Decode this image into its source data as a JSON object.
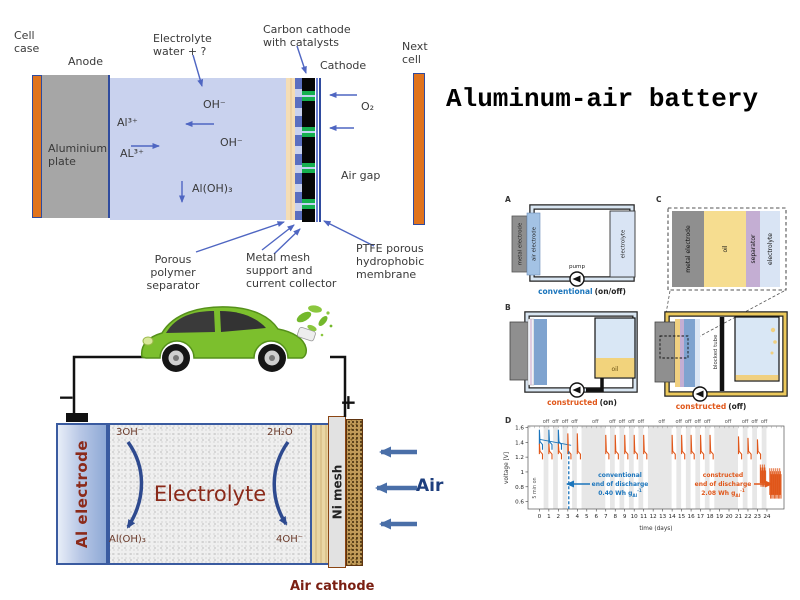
{
  "title": "Aluminum-air battery",
  "colors": {
    "cell_case_orange": "#e0731d",
    "plate_gray": "#a6a6a6",
    "electrolyte_blue": "#c9d2ee",
    "catalyst_green": "#16b050",
    "arrow_blue": "#4f66c2",
    "dark_red_text": "#8b2a1a",
    "conventional_blue": "#1b75bc",
    "constructed_orange": "#e0571a",
    "oil_yellow": "#f2d37c"
  },
  "cell": {
    "cell_case": "Cell case",
    "anode": "Anode",
    "electrolyte_label": "Electrolyte water + ?",
    "carbon": "Carbon cathode with catalysts",
    "cathode": "Cathode",
    "next_cell": "Next cell",
    "o2": "O₂",
    "air_gap": "Air gap",
    "oh_top": "OH⁻",
    "al3_top": "Al³⁺",
    "oh_mid": "OH⁻",
    "al3_bot": "AL³⁺",
    "aloh3": "Al(OH)₃",
    "plate": "Aluminium plate",
    "porous": "Porous polymer separator",
    "mesh": "Metal mesh support and current collector",
    "ptfe": "PTFE porous hydrophobic membrane"
  },
  "ev": {
    "minus": "−",
    "plus": "+",
    "al_electrode": "Al electrode",
    "electrolyte": "Electrolyte",
    "ni_mesh": "Ni mesh",
    "air_cathode": "Air cathode",
    "air": "Air",
    "oh3": "3OH⁻",
    "aloh3": "Al(OH)₃",
    "h2o": "2H₂O",
    "oh4": "4OH⁻"
  },
  "panels": {
    "a_id": "A",
    "b_id": "B",
    "c_id": "C",
    "d_id": "D",
    "metal_electrode": "metal electrode",
    "air_electrode": "air electrode",
    "electrolyte": "electrolyte",
    "pump": "pump",
    "oil": "oil",
    "separator": "separator",
    "blocked_tube": "blocked tube",
    "conventional": "conventional",
    "on_off": "(on/off)",
    "constructed": "constructed",
    "on": "(on)",
    "off": "(off)"
  },
  "chart_data": {
    "type": "line",
    "title": "",
    "xlabel": "time (days)",
    "ylabel": "voltage [V]",
    "xlim": [
      -1.2,
      25.8
    ],
    "ylim": [
      0.5,
      1.62
    ],
    "xticks": [
      "0",
      "1",
      "2",
      "3",
      "4",
      "5",
      "6",
      "7",
      "8",
      "9",
      "10",
      "11",
      "12",
      "13",
      "14",
      "15",
      "16",
      "17",
      "18",
      "19",
      "20",
      "21",
      "22",
      "23",
      "24"
    ],
    "yticks": [
      "0.6",
      "0.8",
      "1",
      "1.2",
      "1.4",
      "1.6"
    ],
    "grid": false,
    "off_label": "off",
    "off_label_days": [
      0.7,
      1.7,
      2.7,
      3.7,
      5.9,
      7.7,
      8.7,
      9.7,
      10.7,
      12.9,
      14.7,
      15.7,
      16.7,
      17.7,
      19.9,
      21.7,
      22.7,
      23.7
    ],
    "off_bands": [
      [
        0.45,
        0.95
      ],
      [
        1.45,
        1.95
      ],
      [
        2.45,
        2.95
      ],
      [
        3.45,
        3.95
      ],
      [
        4.45,
        6.95
      ],
      [
        7.45,
        7.95
      ],
      [
        8.45,
        8.95
      ],
      [
        9.45,
        9.95
      ],
      [
        10.45,
        10.95
      ],
      [
        11.45,
        13.95
      ],
      [
        14.45,
        14.95
      ],
      [
        15.45,
        15.95
      ],
      [
        16.45,
        16.95
      ],
      [
        17.45,
        17.95
      ],
      [
        18.45,
        20.95
      ],
      [
        21.45,
        21.95
      ],
      [
        22.45,
        22.95
      ],
      [
        23.45,
        23.95
      ]
    ],
    "five_min_label": "5 min on",
    "dashed_line_x": 3.1,
    "series": [
      {
        "name": "conventional",
        "color": "#1b75bc",
        "plateau": 1.37,
        "end": 1.3,
        "baseline": {
          "from": 0,
          "to": 3.35,
          "y1": 1.44,
          "y2": 1.36
        },
        "cycles": [
          {
            "t": 0,
            "peak": 1.57
          },
          {
            "t": 1,
            "peak": 1.57
          },
          {
            "t": 2,
            "peak": 1.57
          }
        ]
      },
      {
        "name": "constructed",
        "color": "#e0571a",
        "plateau": 1.24,
        "end": 1.17,
        "cycles": [
          {
            "t": 0,
            "peak": 1.38
          },
          {
            "t": 1,
            "peak": 1.38
          },
          {
            "t": 2,
            "peak": 1.38
          },
          {
            "t": 3,
            "peak": 1.52
          },
          {
            "t": 4,
            "peak": 1.52
          },
          {
            "t": 7,
            "peak": 1.5
          },
          {
            "t": 8,
            "peak": 1.5
          },
          {
            "t": 9,
            "peak": 1.5
          },
          {
            "t": 10,
            "peak": 1.5
          },
          {
            "t": 11,
            "peak": 1.5
          },
          {
            "t": 14,
            "peak": 1.5
          },
          {
            "t": 15,
            "peak": 1.5
          },
          {
            "t": 16,
            "peak": 1.5
          },
          {
            "t": 17,
            "peak": 1.5
          },
          {
            "t": 18,
            "peak": 1.5
          },
          {
            "t": 21,
            "peak": 1.48
          },
          {
            "t": 22,
            "peak": 1.46
          },
          {
            "t": 23,
            "peak": 1.44
          }
        ]
      }
    ],
    "collapse": {
      "color": "#e0571a",
      "clusters": [
        {
          "x0": 23.3,
          "x1": 23.9,
          "lo": 0.8,
          "hi": 1.1
        },
        {
          "x0": 24.3,
          "x1": 25.55,
          "lo": 0.64,
          "hi": 1.05
        }
      ]
    },
    "annotations": {
      "blue": {
        "line1": "conventional",
        "line2": "end of discharge",
        "value": "0.40 Wh g",
        "sub": "Al",
        "sup": "-1"
      },
      "orange": {
        "line1": "constructed",
        "line2": "end of discharge",
        "value": "2.08 Wh g",
        "sub": "Al",
        "sup": "-1"
      }
    }
  }
}
